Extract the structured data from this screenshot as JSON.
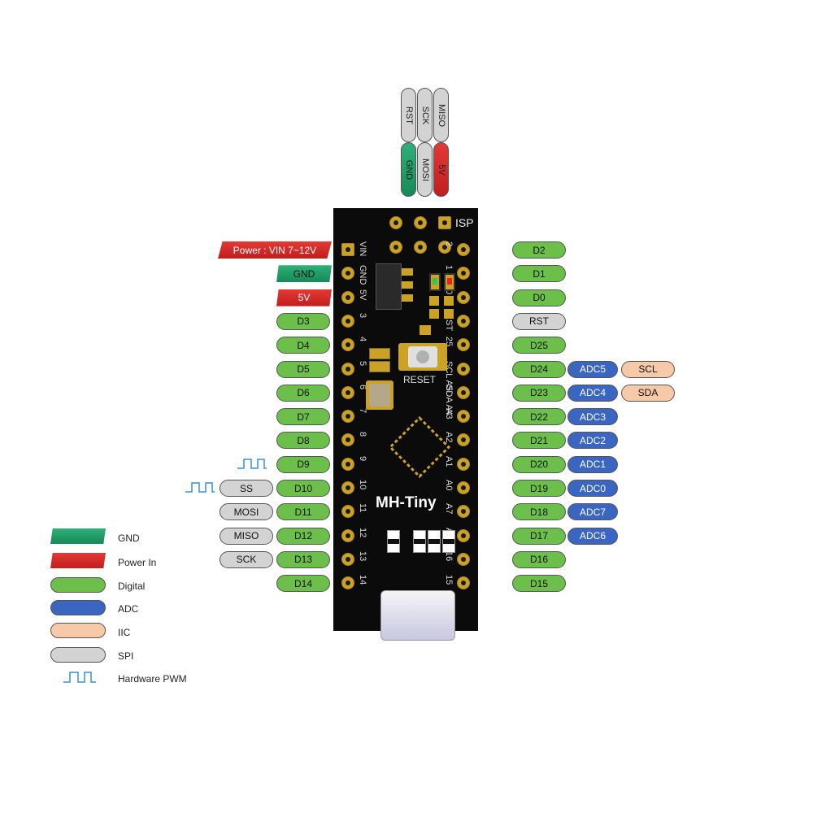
{
  "isp": {
    "top": [
      "RST",
      "SCK",
      "MISO"
    ],
    "bottom": [
      "GND",
      "MOSI",
      "5V"
    ],
    "label": "ISP"
  },
  "board": {
    "name": "MH-Tiny",
    "reset_label": "RESET",
    "left_silk": [
      "VIN",
      "GND",
      "5V",
      "3",
      "4",
      "5",
      "6",
      "7",
      "8",
      "9",
      "10",
      "11",
      "12",
      "13",
      "14"
    ],
    "right_silk": [
      "2",
      "1",
      "0",
      "RST",
      "25",
      "SCL A5",
      "SDA A4",
      "A3",
      "A2",
      "A1",
      "A0",
      "A7",
      "A6",
      "16",
      "15"
    ]
  },
  "left_pins": {
    "power_vin": "Power : VIN  7~12V",
    "gnd": "GND",
    "v5": "5V",
    "digital": [
      "D3",
      "D4",
      "D5",
      "D6",
      "D7",
      "D8",
      "D9",
      "D10",
      "D11",
      "D12",
      "D13",
      "D14"
    ],
    "spi": [
      "SS",
      "MOSI",
      "MISO",
      "SCK"
    ]
  },
  "right_pins": {
    "digital": [
      "D2",
      "D1",
      "D0",
      "RST",
      "D25",
      "D24",
      "D23",
      "D22",
      "D21",
      "D20",
      "D19",
      "D18",
      "D17",
      "D16",
      "D15"
    ],
    "adc": [
      "ADC5",
      "ADC4",
      "ADC3",
      "ADC2",
      "ADC1",
      "ADC0",
      "ADC7",
      "ADC6"
    ],
    "iic": [
      "SCL",
      "SDA"
    ]
  },
  "legend": {
    "gnd": "GND",
    "power_in": "Power In",
    "digital": "Digital",
    "adc": "ADC",
    "iic": "IIC",
    "spi": "SPI",
    "pwm": "Hardware PWM"
  },
  "colors": {
    "digital": "#6bbf4a",
    "adc": "#3a65c0",
    "iic": "#f6c9a8",
    "spi": "#d3d3d3",
    "power": "#d8282a",
    "gnd": "#1f9e6a",
    "board": "#0b0b0b",
    "gold": "#c9a227"
  }
}
